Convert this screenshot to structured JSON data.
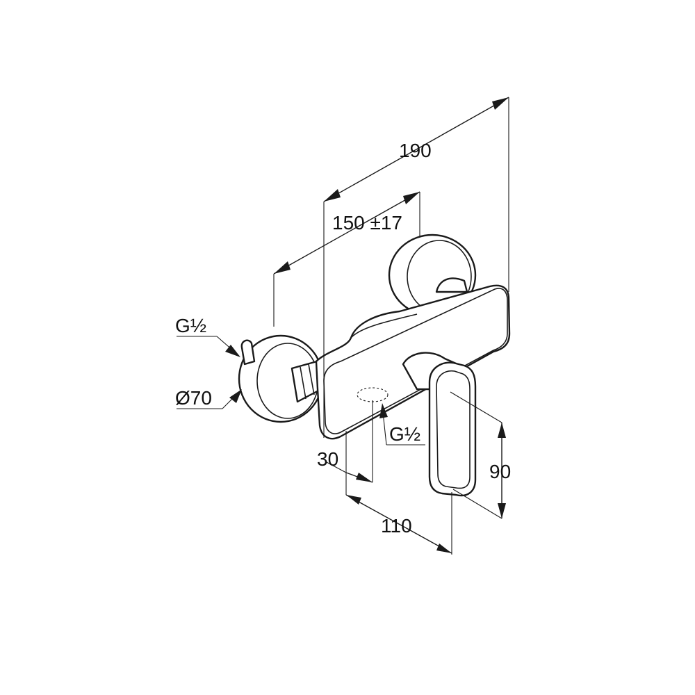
{
  "drawing": {
    "dimensions": {
      "overall_width": "190",
      "connection_spacing": "150 ±17",
      "inlet_thread": "G½",
      "rosette_diameter": "Ø70",
      "outlet_thread": "G½",
      "outlet_offset": "30",
      "depth": "110",
      "handle_height": "90"
    },
    "colors": {
      "line": "#1a1a1a",
      "background": "#ffffff"
    }
  }
}
